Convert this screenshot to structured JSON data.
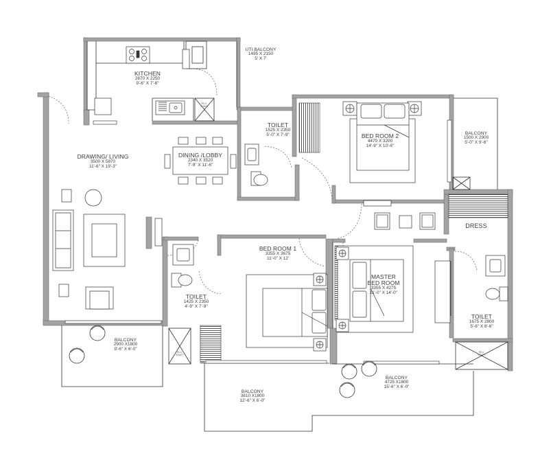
{
  "rooms": {
    "kitchen": {
      "name": "KITCHEN",
      "dim1": "2870 X 2250",
      "dim2": "9'-6\" X 7'-6\""
    },
    "util_balcony": {
      "name": "UTI.BALCONY",
      "dim1": "1495 X 2150",
      "dim2": "5' X 7'"
    },
    "toilet1": {
      "name": "TOILET",
      "dim1": "1525 X 2350",
      "dim2": "5'-0\" X 7'-9\""
    },
    "bedroom2": {
      "name": "BED ROOM 2",
      "dim1": "4470 X 3200",
      "dim2": "14'-9\" X 10'-6\""
    },
    "balcony_r": {
      "name": "BALCONY",
      "dim1": "1500 X 2900",
      "dim2": "5'-0\" X 9'-6\""
    },
    "drawing": {
      "name": "DRAWING/ LIVING",
      "dim1": "3500 X 5870",
      "dim2": "11'-6\" X 19'-3\""
    },
    "dining": {
      "name": "DINING /LOBBY",
      "dim1": "2340 X 3520",
      "dim2": "7'-9\" X 11'-6\""
    },
    "dress": {
      "name": "DRESS"
    },
    "bedroom1": {
      "name": "BED ROOM 1",
      "dim1": "3355 X 3675",
      "dim2": "11'-0\" X 12'"
    },
    "master": {
      "name": "MASTER",
      "name2": "BED ROOM",
      "dim1": "3355 X 4275",
      "dim2": "11'-0\" X 14'-0\""
    },
    "toilet2": {
      "name": "TOILET",
      "dim1": "1425 X 2350",
      "dim2": "4'-9\" X 7'-9\""
    },
    "toilet3": {
      "name": "TOILET",
      "dim1": "1675 X 2800",
      "dim2": "5'-6\" X 8'-6\""
    },
    "balcony_l": {
      "name": "BALCONY",
      "dim1": "2900 X1800",
      "dim2": "9'-6\" X 6'-0\""
    },
    "balcony_m": {
      "name": "BALCONY",
      "dim1": "3810 X1800",
      "dim2": "12'-6\" X 6'-0\""
    },
    "balcony_mb": {
      "name": "BALCONY",
      "dim1": "4725 X1800",
      "dim2": "15'-6\" X 6'-0\""
    }
  },
  "shaft_tags": {
    "shaft1": {
      "a": "PLU.",
      "b": "SHAFT"
    },
    "shaft2": {
      "a": "PLU.",
      "b": "SHAFT"
    },
    "shaft3": {
      "a": "PLU.",
      "b": "SHAFT"
    }
  },
  "colors": {
    "wall_fill": "#a3a3a3",
    "wall_edge": "#707070",
    "line": "#2f2f2f",
    "text": "#3a3a3a"
  }
}
